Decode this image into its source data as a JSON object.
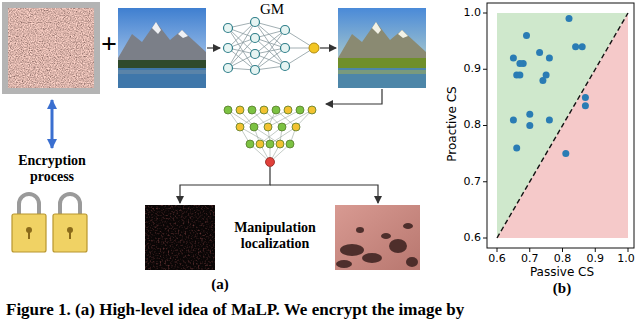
{
  "diagram": {
    "caption": "Figure 1. (a) High-level idea of MaLP. We encrypt the image by",
    "labels": [
      "+",
      "GM",
      "Encryption process",
      "Manipulation localization",
      "(a)",
      "1.0",
      "0.9",
      "0.8",
      "0.7",
      "0.6",
      "Proactive CS",
      "0.6",
      "0.7",
      "0.8",
      "0.9",
      "1.0",
      "Passive CS",
      "(b)"
    ]
  }
}
